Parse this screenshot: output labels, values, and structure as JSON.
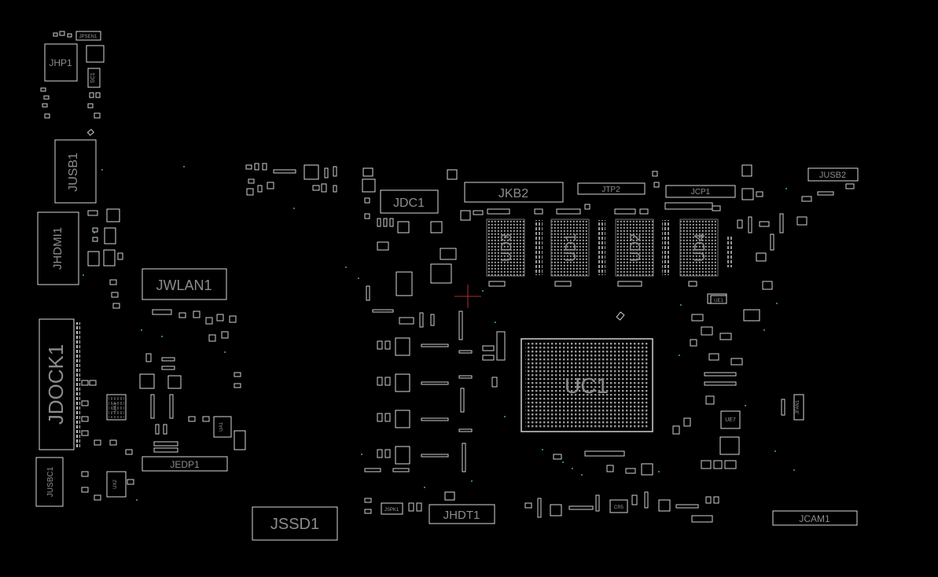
{
  "board": {
    "background": "#000000",
    "outline_color": "#bdbdbd",
    "label_color": "#8c8c8c",
    "via_color": "#3fa7a7",
    "cursor_color": "#b03030"
  },
  "components": {
    "jpsen1": "JPSEN1",
    "jhp1": "JHP1",
    "sc1": "SC1",
    "jusb1": "JUSB1",
    "jhdmi1": "JHDMI1",
    "jdock1": "JDOCK1",
    "jusbc1": "JUSBC1",
    "jwlan1": "JWLAN1",
    "jedp1": "JEDP1",
    "jssd1": "JSSD1",
    "jdc1": "JDC1",
    "jkb2": "JKB2",
    "jtp2": "JTP2",
    "jcp1": "JCP1",
    "jusb2": "JUSB2",
    "ud3": "UD3",
    "ud1": "UD1",
    "ud2": "UD2",
    "ud4": "UD4",
    "uc1": "UC1",
    "jhdt1": "JHDT1",
    "jspk1": "JSPK1",
    "jcam1": "JCAM1",
    "jfan1": "JFAN1",
    "ue7": "UE7",
    "ue1": "UE1",
    "ux1": "UX1",
    "ux2": "UX2",
    "ua1": "UA1",
    "cr5": "CR5"
  }
}
